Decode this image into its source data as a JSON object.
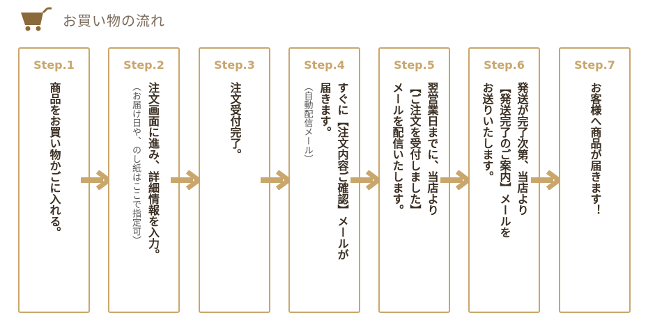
{
  "header": {
    "title": "お買い物の流れ",
    "icon": "shopping-cart-icon"
  },
  "colors": {
    "accent": "#c9a66b",
    "text": "#3a2e22"
  },
  "steps": [
    {
      "label": "Step.1",
      "lines": [
        "商品をお買い物かごに入れる。"
      ],
      "note": ""
    },
    {
      "label": "Step.2",
      "lines": [
        "注文画面に進み、詳細情報を入力。"
      ],
      "note": "（お届け日や、のし紙はここで指定可）"
    },
    {
      "label": "Step.3",
      "lines": [
        "注文受付完了。"
      ],
      "note": ""
    },
    {
      "label": "Step.4",
      "lines": [
        "すぐに【注文内容ご確認】メールが",
        "届きます。"
      ],
      "note": "（自動配信メール）"
    },
    {
      "label": "Step.5",
      "lines": [
        "翌営業日までに、当店より",
        "【ご注文を受付しました】",
        "メールを配信いたします。"
      ],
      "note": ""
    },
    {
      "label": "Step.6",
      "lines": [
        "発送が完了次第、当店より",
        "【発送完了のご案内】メールを",
        "お送りいたします。"
      ],
      "note": ""
    },
    {
      "label": "Step.7",
      "lines": [
        "お客様へ商品が届きます！"
      ],
      "note": ""
    }
  ]
}
